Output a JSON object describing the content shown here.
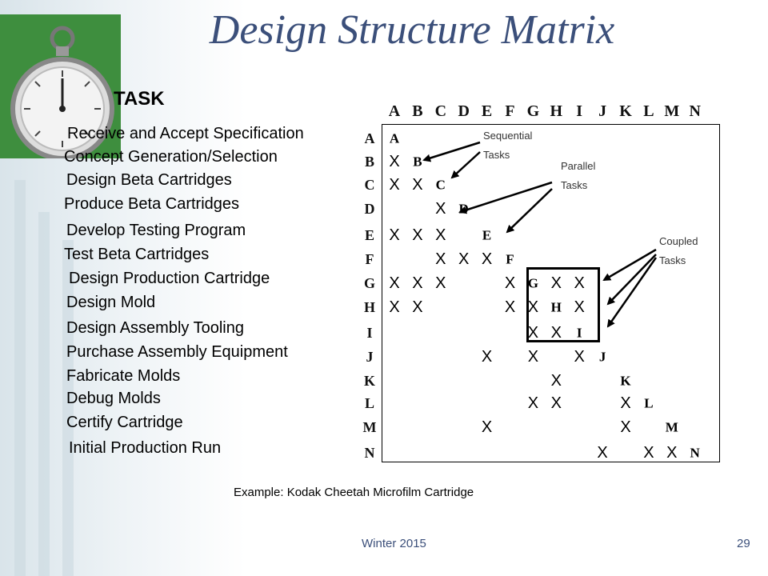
{
  "title": "Design Structure Matrix",
  "task_header": "TASK",
  "tasks": [
    "Receive and Accept Specification",
    "Concept Generation/Selection",
    "Design Beta Cartridges",
    "Produce Beta Cartridges",
    "Develop Testing Program",
    "Test Beta Cartridges",
    "Design Production Cartridge",
    "Design Mold",
    "Design Assembly Tooling",
    "Purchase Assembly Equipment",
    "Fabricate Molds",
    "Debug Molds",
    "Certify Cartridge",
    "Initial Production Run"
  ],
  "letters": [
    "A",
    "B",
    "C",
    "D",
    "E",
    "F",
    "G",
    "H",
    "I",
    "J",
    "K",
    "L",
    "M",
    "N"
  ],
  "mark_symbol": "X",
  "matrix_marks": [
    [
      1,
      0
    ],
    [
      2,
      0
    ],
    [
      2,
      1
    ],
    [
      3,
      2
    ],
    [
      4,
      0
    ],
    [
      4,
      1
    ],
    [
      4,
      2
    ],
    [
      5,
      2
    ],
    [
      5,
      3
    ],
    [
      5,
      4
    ],
    [
      6,
      0
    ],
    [
      6,
      1
    ],
    [
      6,
      2
    ],
    [
      6,
      5
    ],
    [
      6,
      7
    ],
    [
      6,
      8
    ],
    [
      7,
      0
    ],
    [
      7,
      1
    ],
    [
      7,
      5
    ],
    [
      7,
      6
    ],
    [
      7,
      8
    ],
    [
      8,
      6
    ],
    [
      8,
      7
    ],
    [
      9,
      4
    ],
    [
      9,
      6
    ],
    [
      9,
      8
    ],
    [
      10,
      7
    ],
    [
      11,
      6
    ],
    [
      11,
      7
    ],
    [
      11,
      10
    ],
    [
      12,
      4
    ],
    [
      12,
      10
    ],
    [
      13,
      9
    ],
    [
      13,
      11
    ],
    [
      13,
      12
    ]
  ],
  "annotations": {
    "sequential": [
      "Sequential",
      "Tasks"
    ],
    "parallel": [
      "Parallel",
      "Tasks"
    ],
    "coupled": [
      "Coupled",
      "Tasks"
    ]
  },
  "caption": "Example: Kodak Cheetah Microfilm Cartridge",
  "footer": {
    "left": "Winter 2015",
    "page": "29"
  },
  "colors": {
    "title": "#3b4f7a",
    "logo_bg": "#3e8e3e"
  },
  "logo_icon": "stopwatch-icon"
}
